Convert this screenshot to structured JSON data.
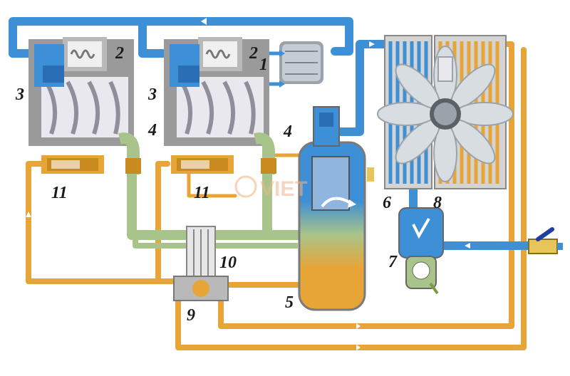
{
  "labels": {
    "air_filter": "1",
    "intake_valve_left": "2",
    "intake_valve_right": "2",
    "screw_block_left": "3",
    "screw_block_right": "3",
    "discharge_left": "4",
    "discharge_right": "4",
    "separator_tank": "5",
    "air_cooler": "6",
    "moisture_separator": "7",
    "oil_cooler": "8",
    "thermostatic_valve": "9",
    "oil_filter": "10",
    "oil_stop_valve_left": "11",
    "oil_stop_valve_right": "11"
  },
  "watermark": "VIET",
  "colors": {
    "air": "#3d8fd6",
    "air_dark": "#2a6fb5",
    "oil": "#e7a537",
    "oil_dark": "#c98a1f",
    "oil_air_mix": "#a9c48a",
    "housing": "#9a9a9a",
    "housing_light": "#d4d4d4",
    "rotor": "#e8e8ee"
  },
  "icons": {
    "compressor": "screw-rotor-icon",
    "fan": "cooling-fan-icon",
    "filter": "air-filter-icon",
    "valve": "ball-valve-icon"
  }
}
